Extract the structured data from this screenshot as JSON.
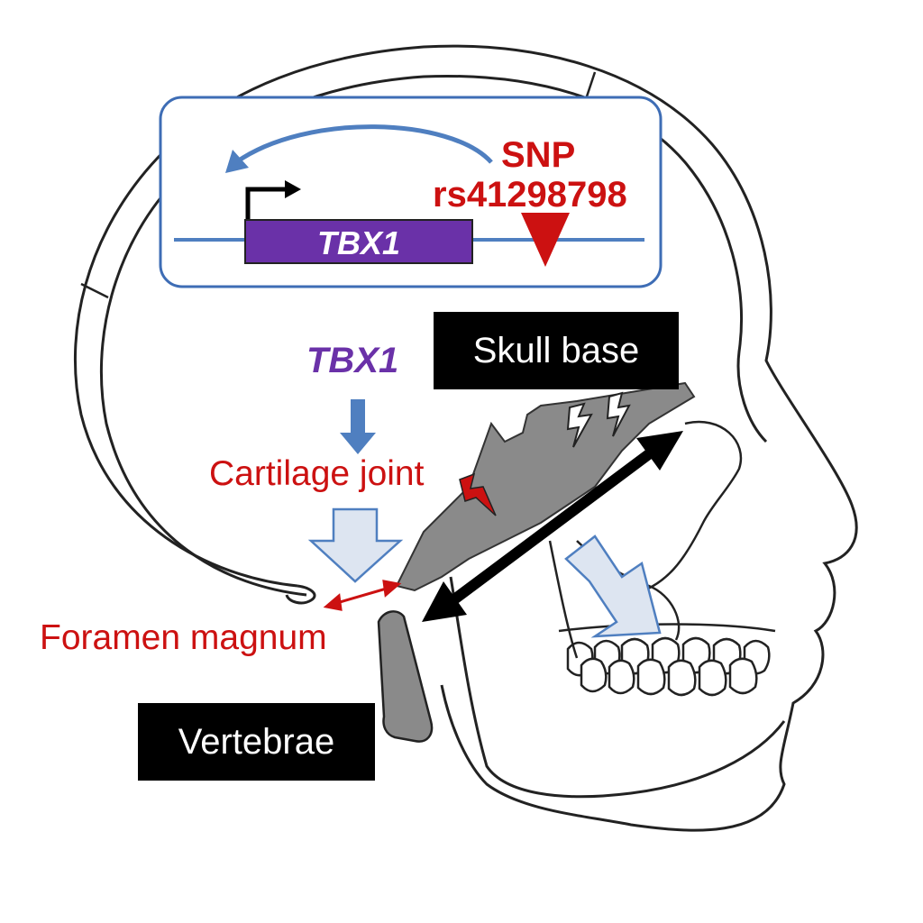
{
  "gene_panel": {
    "gene_name": "TBX1",
    "snp_title": "SNP",
    "snp_id": "rs41298798"
  },
  "pathway": {
    "gene_label": "TBX1",
    "cartilage_label": "Cartilage joint",
    "foramen_label": "Foramen magnum"
  },
  "regions": {
    "skull_base": "Skull base",
    "vertebrae": "Vertebrae"
  },
  "colors": {
    "gene_purple": "#6a31a8",
    "snp_red": "#cc1111",
    "pathway_blue": "#4f7fc0",
    "bone_gray": "#8a8a8a",
    "panel_border": "#3e6db5"
  }
}
